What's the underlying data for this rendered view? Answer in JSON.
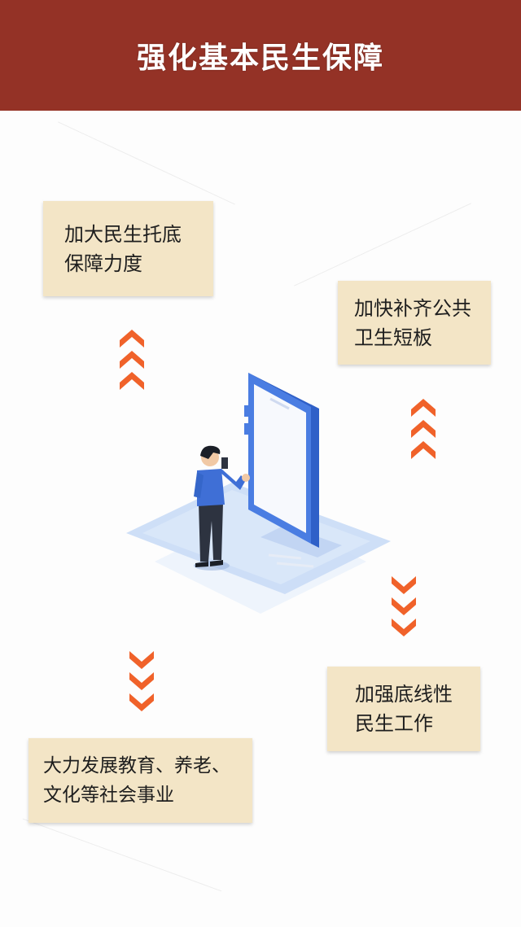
{
  "header": {
    "title": "强化基本民生保障"
  },
  "cards": [
    {
      "lines": [
        "加大民生托底",
        "保障力度"
      ]
    },
    {
      "lines": [
        "加快补齐公共",
        "卫生短板"
      ]
    },
    {
      "lines": [
        "加强底线性",
        "民生工作"
      ]
    },
    {
      "lines": [
        "大力发展教育、养老、",
        "文化等社会事业"
      ]
    }
  ],
  "colors": {
    "header_bg": "#943226",
    "card_bg": "#f3e5c6",
    "arrow": "#f0622a",
    "phone_blue": "#4a7de2",
    "platform": "#c9dcf6"
  }
}
